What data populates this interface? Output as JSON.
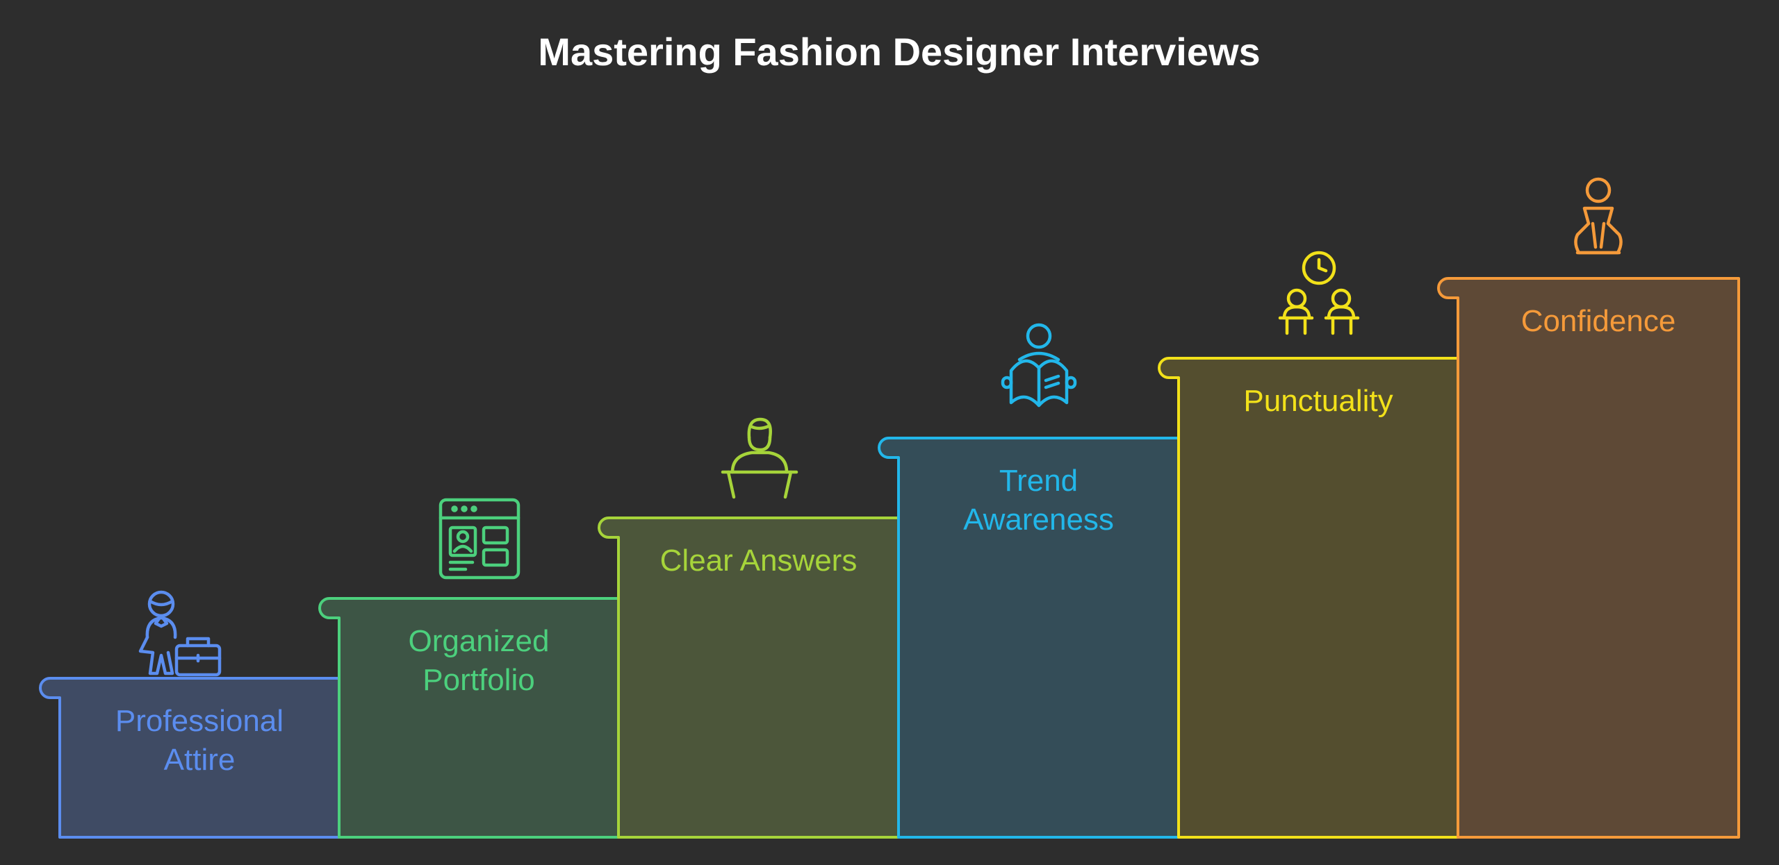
{
  "title": "Mastering Fashion Designer Interviews",
  "steps": [
    {
      "lines": [
        "Professional",
        "Attire"
      ],
      "icon": "professional-briefcase-icon",
      "color": "#5b8def",
      "fill": "#3f4b64"
    },
    {
      "lines": [
        "Organized",
        "Portfolio"
      ],
      "icon": "portfolio-window-icon",
      "color": "#4cd07d",
      "fill": "#3d5545"
    },
    {
      "lines": [
        "Clear Answers"
      ],
      "icon": "speaker-podium-icon",
      "color": "#a6d43a",
      "fill": "#4c563a"
    },
    {
      "lines": [
        "Trend",
        "Awareness"
      ],
      "icon": "reading-person-icon",
      "color": "#22b7ea",
      "fill": "#344d58"
    },
    {
      "lines": [
        "Punctuality"
      ],
      "icon": "meeting-clock-icon",
      "color": "#f2e11a",
      "fill": "#544e2f"
    },
    {
      "lines": [
        "Confidence"
      ],
      "icon": "confident-person-icon",
      "color": "#f59a3a",
      "fill": "#5e4936"
    }
  ]
}
